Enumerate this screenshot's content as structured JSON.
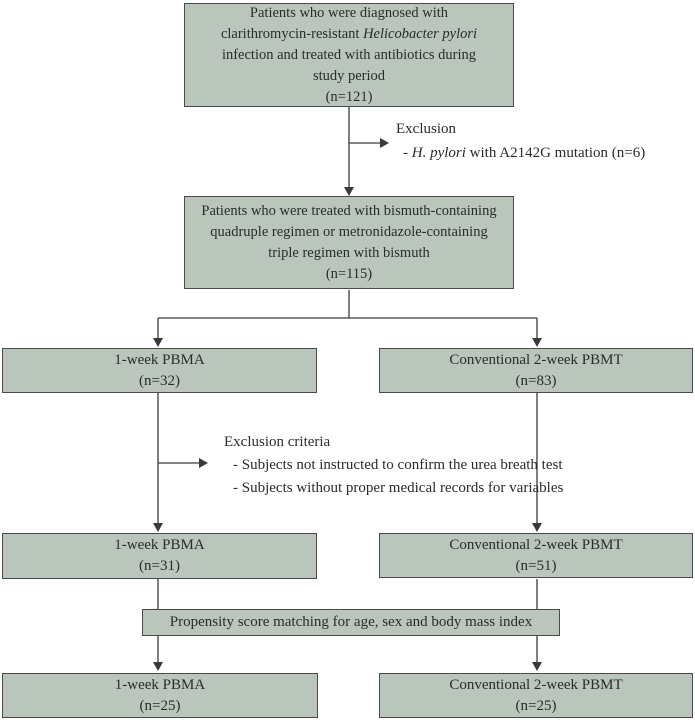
{
  "colors": {
    "box_fill": "#bac6bb",
    "box_border": "#4a4a4a",
    "line_color": "#3a3a3a",
    "text_color": "#2b2b2b",
    "background": "#ffffff"
  },
  "diagram": {
    "type": "patient-selection-flowchart",
    "top_box": {
      "line1": "Patients who were diagnosed with",
      "line2_prefix": "clarithromycin-resistant ",
      "line2_italic": "Helicobacter pylori",
      "line3": "infection and treated with antibiotics during",
      "line4": "study period",
      "count": "(n=121)"
    },
    "exclusion1": {
      "title": "Exclusion",
      "item_dash": "- ",
      "item_italic": "H. pylori",
      "item_rest": " with A2142G mutation (n=6)"
    },
    "second_box": {
      "line1": "Patients who were treated with bismuth-containing",
      "line2": "quadruple regimen or metronidazole-containing",
      "line3": "triple regimen with bismuth",
      "count": "(n=115)"
    },
    "row3_left": {
      "title": "1-week PBMA",
      "count": "(n=32)"
    },
    "row3_right": {
      "title": "Conventional 2-week PBMT",
      "count": "(n=83)"
    },
    "exclusion2": {
      "title": "Exclusion criteria",
      "item1": "- Subjects not instructed to confirm the urea breath test",
      "item2": "- Subjects without proper medical records for variables"
    },
    "row4_left": {
      "title": "1-week PBMA",
      "count": "(n=31)"
    },
    "row4_right": {
      "title": "Conventional 2-week PBMT",
      "count": "(n=51)"
    },
    "matching_box": {
      "label": "Propensity score matching for age, sex and body mass index"
    },
    "row5_left": {
      "title": "1-week PBMA",
      "count": "(n=25)"
    },
    "row5_right": {
      "title": "Conventional 2-week PBMT",
      "count": "(n=25)"
    }
  }
}
